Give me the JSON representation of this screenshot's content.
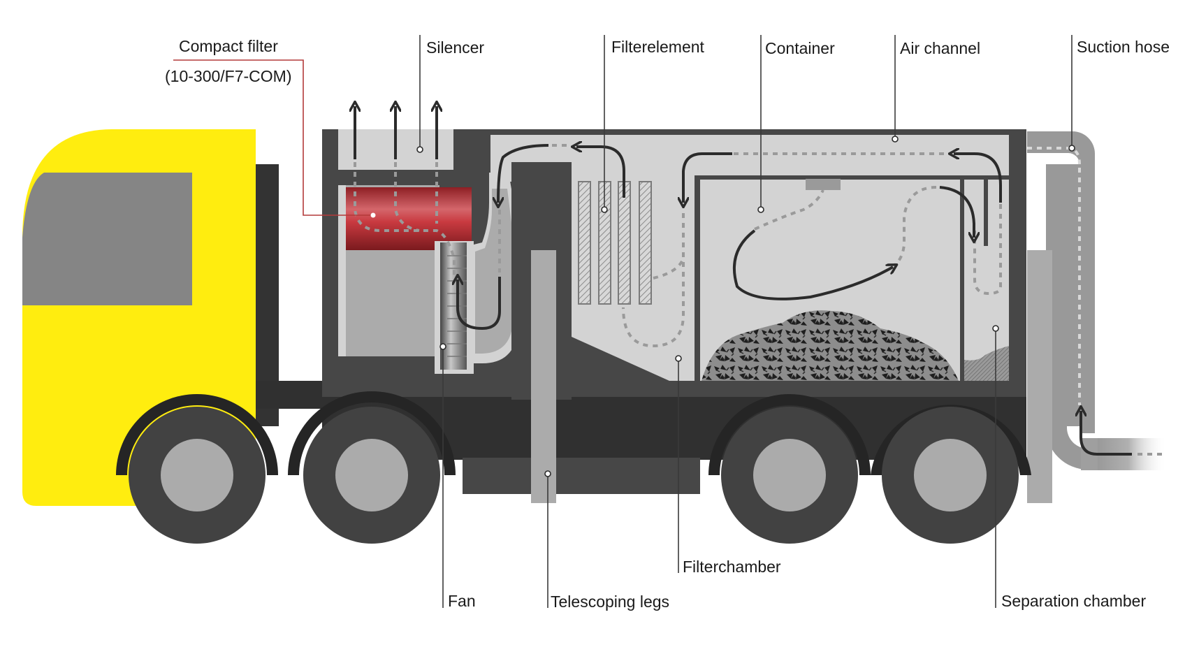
{
  "title": "Vacuum truck cross-section",
  "labels": {
    "compact_filter": "Compact filter",
    "compact_filter_code": "(10-300/F7-COM)",
    "silencer": "Silencer",
    "filterelement": "Filterelement",
    "container": "Container",
    "air_channel": "Air channel",
    "suction_hose": "Suction hose",
    "fan": "Fan",
    "telescoping_legs": "Telescoping legs",
    "filterchamber": "Filterchamber",
    "separation_chamber": "Separation chamber"
  },
  "colors": {
    "cab_yellow": "#ffed0f",
    "window_gray": "#858585",
    "body_dark": "#474747",
    "chassis": "#303030",
    "fender": "#252525",
    "tire": "#424242",
    "hub": "#ababab",
    "chamber_light": "#d5d5d5",
    "filter_red": "#c4313a",
    "hose_gray": "#999999",
    "leader_red": "#b33a3a"
  }
}
